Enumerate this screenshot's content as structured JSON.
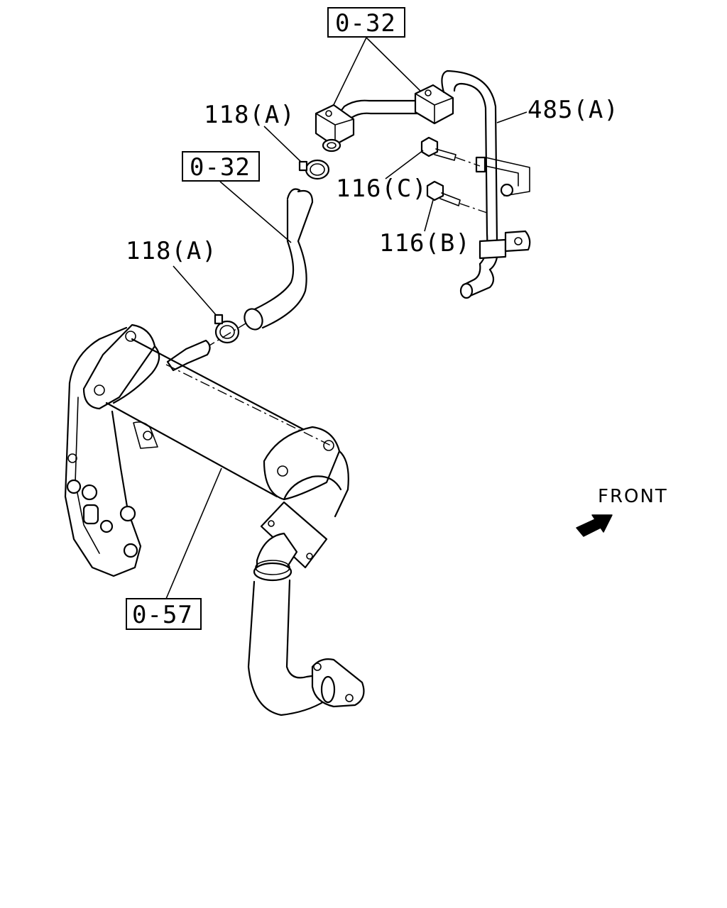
{
  "labels": {
    "ref_top": "0-32",
    "ref_mid": "0-32",
    "ref_bottom": "0-57",
    "clamp_upper": "118(A)",
    "clamp_lower": "118(A)",
    "pipe": "485(A)",
    "bolt_c": "116(C)",
    "bolt_b": "116(B)",
    "direction": "FRONT"
  }
}
